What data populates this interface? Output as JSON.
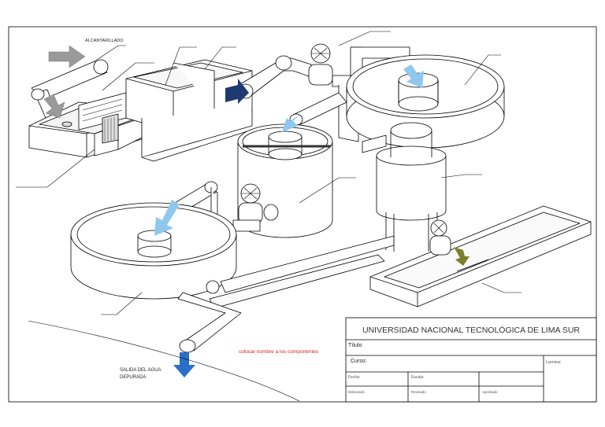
{
  "labels": {
    "alcantarillado": "ALCANTARILLADO",
    "salida_line1": "SALIDA DEL AGUA",
    "salida_line2": "DEPURADA",
    "note": "colocar nombre a los componentes"
  },
  "title_block": {
    "university": "UNIVERSIDAD NACIONAL TECNOLÓGICA DE LIMA SUR",
    "titulo": "Título",
    "curso": "Curso:",
    "lamina": "Lamina:",
    "fecha": "Fecha:",
    "escala": "Escala:",
    "elaborado": "Elaborado:",
    "revisado": "Revisado",
    "aprobado": "Aprobado"
  },
  "colors": {
    "inflow_arrow": "#9a9a9a",
    "dark_blue_arrow": "#1f3a72",
    "light_blue_arrow": "#8ec8ee",
    "outlet_arrow": "#2a6fc7",
    "olive_arrow": "#7b7f2a",
    "note_red": "#e02020"
  },
  "icons": [
    "valve-icon",
    "flow-arrow-icon"
  ]
}
